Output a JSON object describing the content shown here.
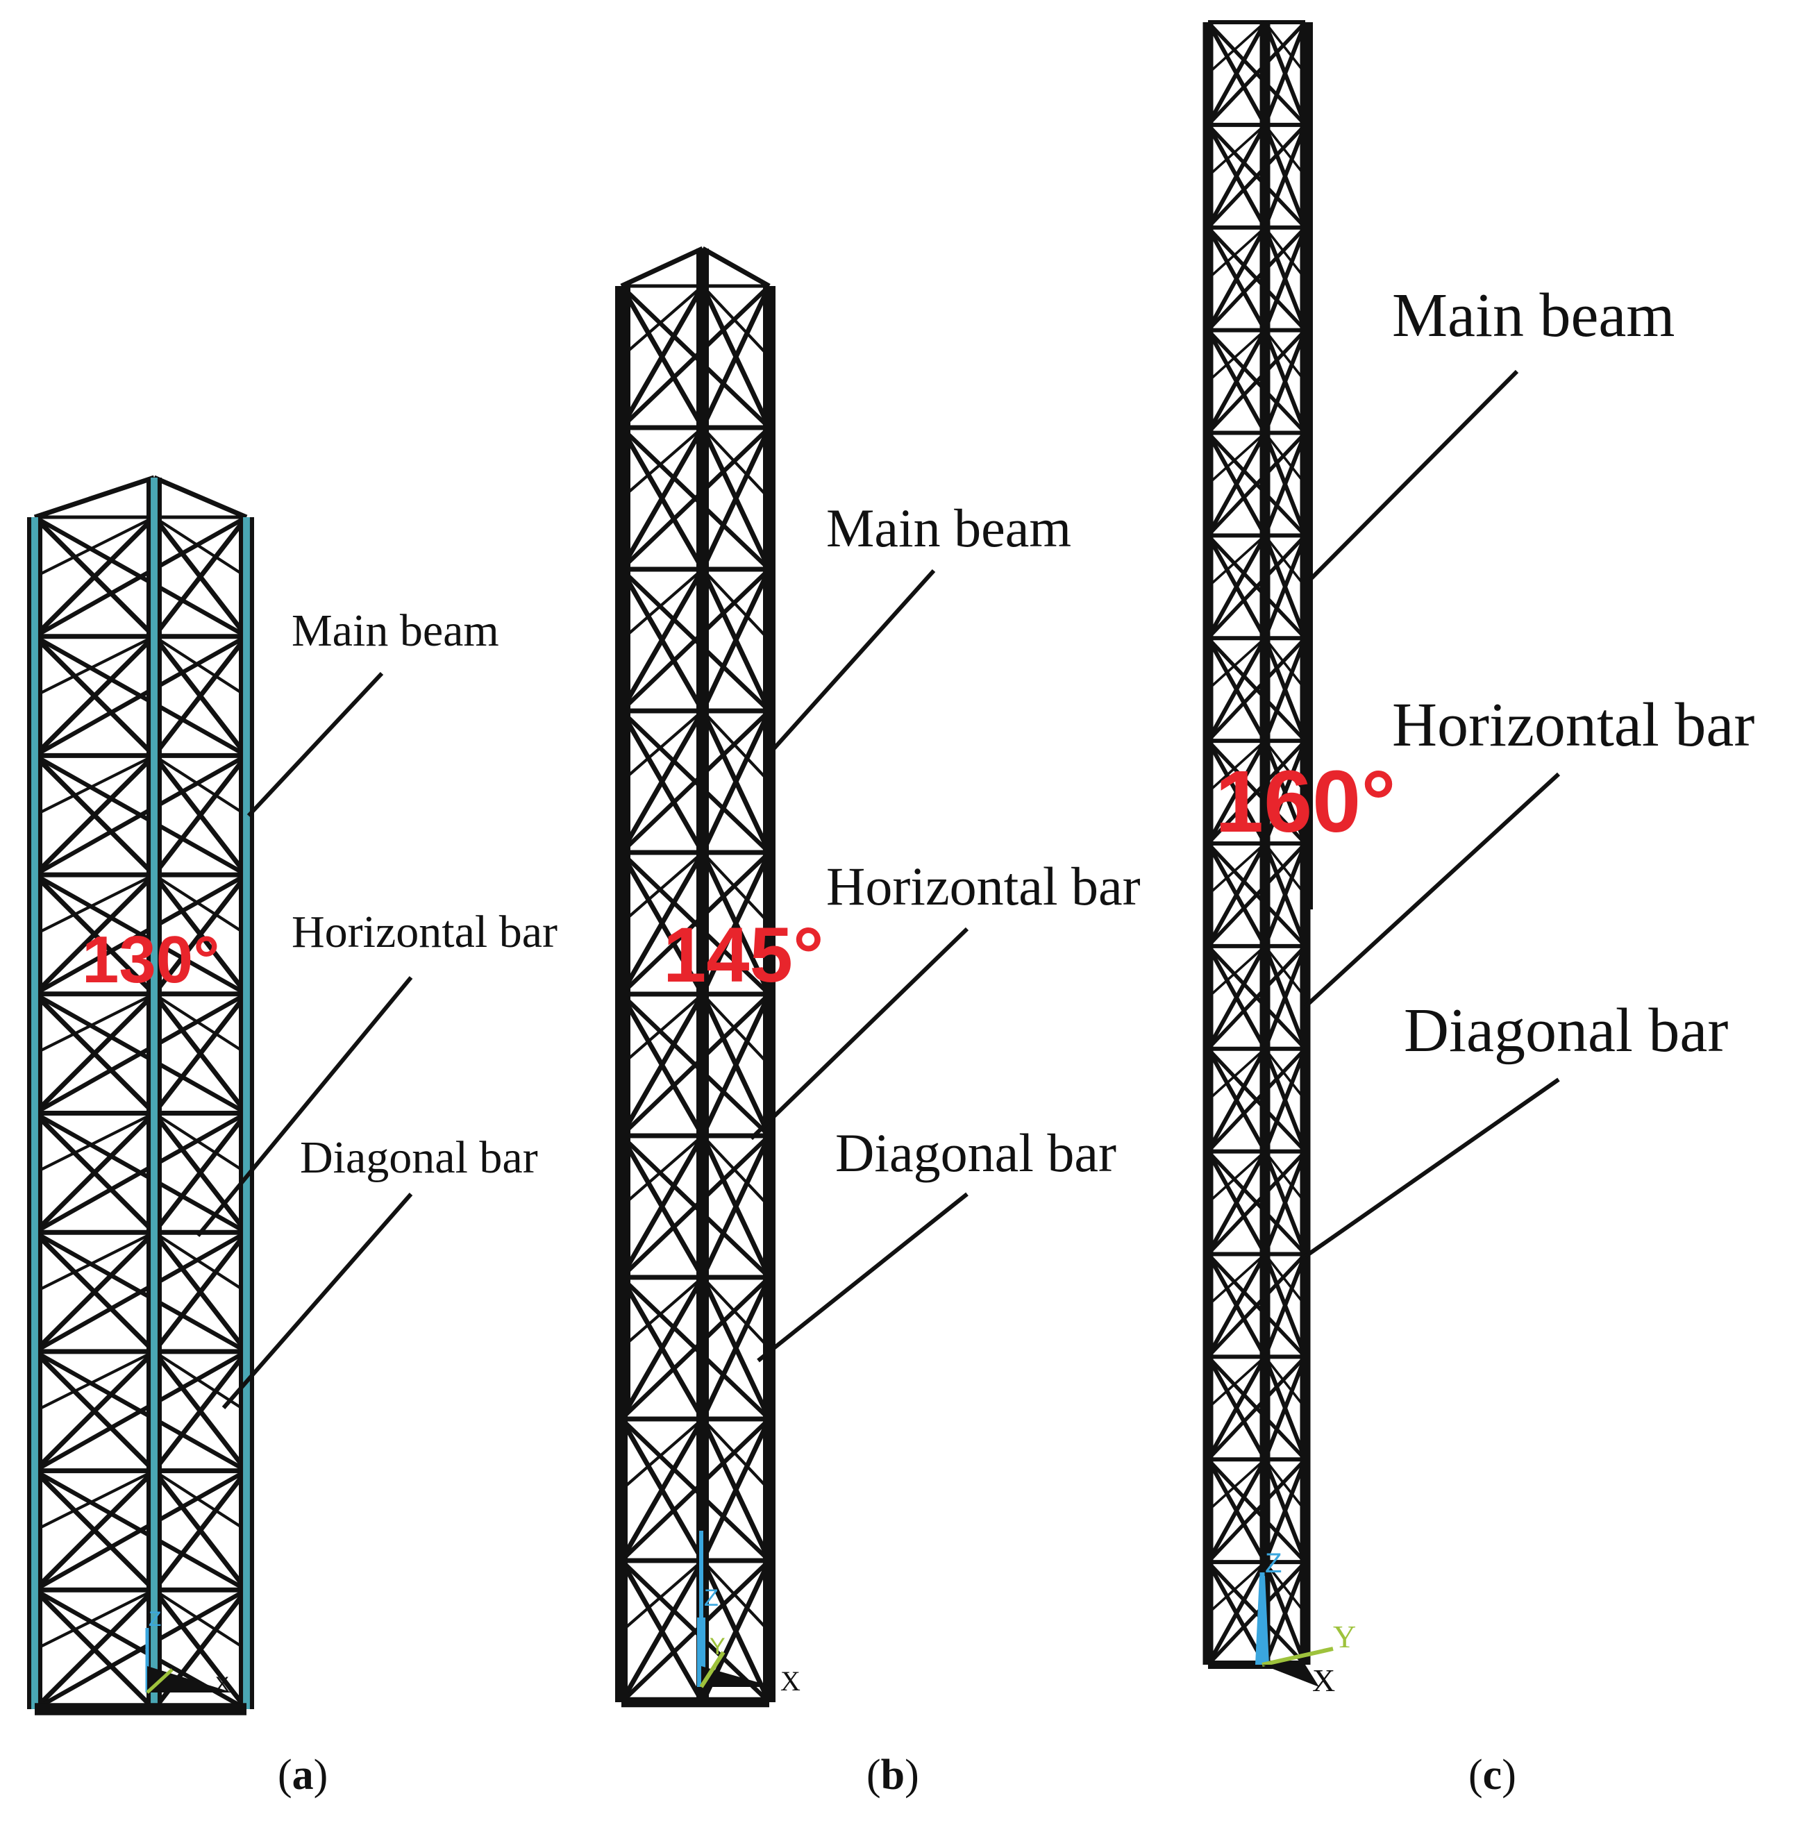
{
  "panels": [
    {
      "caption": "a",
      "labels": {
        "main": "Main beam",
        "horizontal": "Horizontal bar",
        "diagonal": "Diagonal bar"
      },
      "angle": "130°",
      "axes": {
        "z": "Z",
        "y": "Y",
        "x": "X"
      }
    },
    {
      "caption": "b",
      "labels": {
        "main": "Main beam",
        "horizontal": "Horizontal bar",
        "diagonal": "Diagonal bar"
      },
      "angle": "145°",
      "axes": {
        "z": "Z",
        "y": "Y",
        "x": "X"
      }
    },
    {
      "caption": "c",
      "labels": {
        "main": "Main beam",
        "horizontal": "Horizontal bar",
        "diagonal": "Diagonal bar"
      },
      "angle": "160°",
      "axes": {
        "z": "Z",
        "y": "Y",
        "x": "X"
      }
    }
  ],
  "colors": {
    "truss": "#111111",
    "chord_accent": "#4aa7b5",
    "angle_text": "#e8252c",
    "axis_z": "#3aa6de",
    "axis_y": "#9ec23c",
    "axis_x": "#111111"
  }
}
